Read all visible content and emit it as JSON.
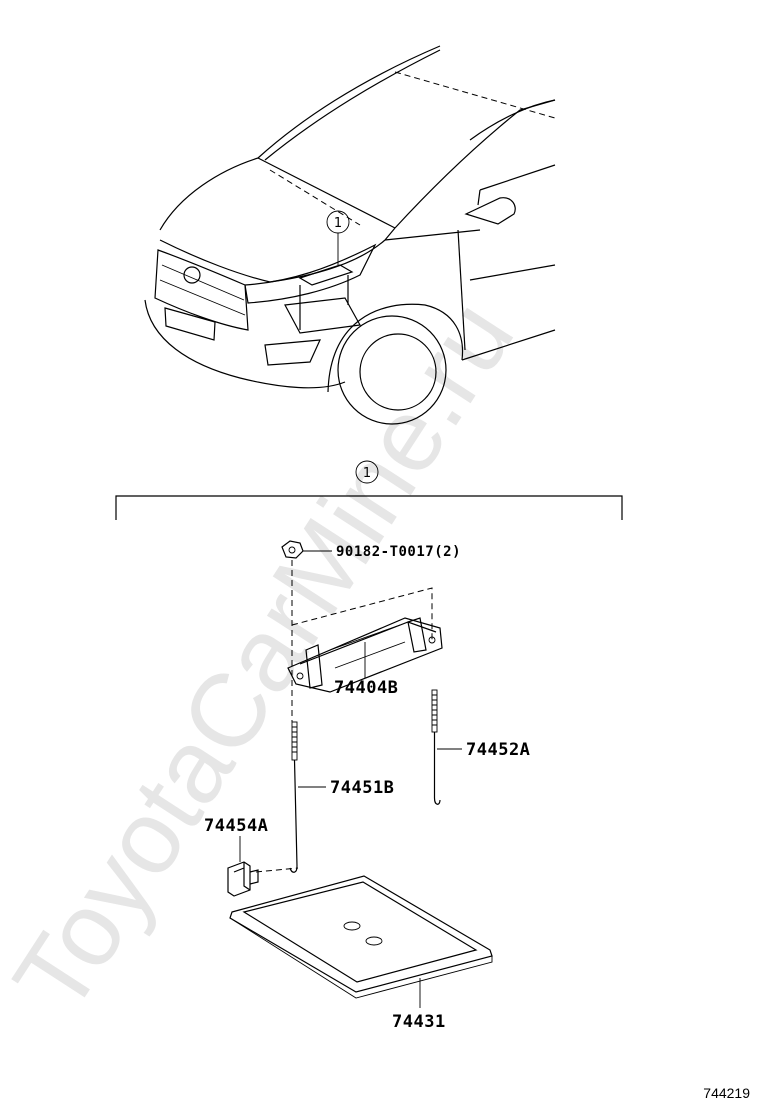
{
  "watermark": "ToyotaCarMine.ru",
  "callouts": {
    "vehicle_marker": "1",
    "assembly_marker": "1"
  },
  "parts": {
    "nut": "90182-T0017(2)",
    "clamp": "74404B",
    "rod_right": "74452A",
    "rod_left": "74451B",
    "holder": "74454A",
    "tray": "74431"
  },
  "figure_number": "744219"
}
